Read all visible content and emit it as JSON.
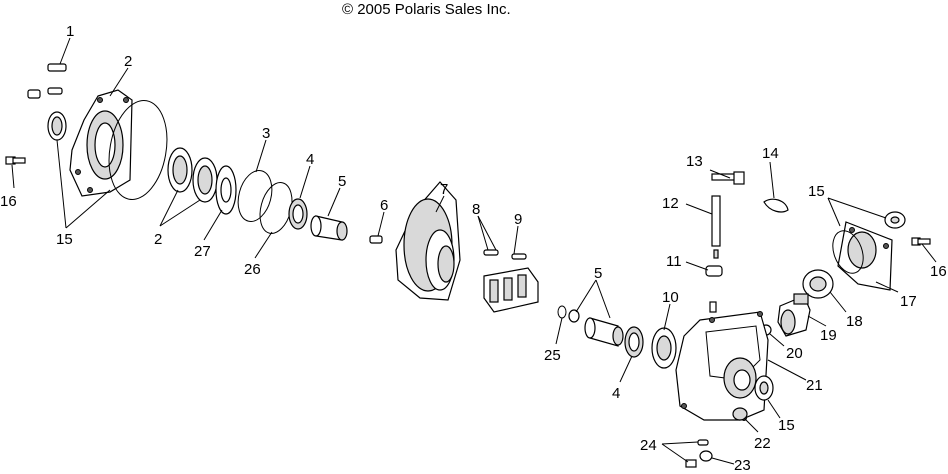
{
  "copyright": "© 2005 Polaris Sales Inc.",
  "callouts": [
    {
      "id": "c1",
      "label": "1"
    },
    {
      "id": "c2a",
      "label": "2"
    },
    {
      "id": "c16a",
      "label": "16"
    },
    {
      "id": "c15a",
      "label": "15"
    },
    {
      "id": "c2b",
      "label": "2"
    },
    {
      "id": "c27",
      "label": "27"
    },
    {
      "id": "c3",
      "label": "3"
    },
    {
      "id": "c26",
      "label": "26"
    },
    {
      "id": "c4a",
      "label": "4"
    },
    {
      "id": "c5a",
      "label": "5"
    },
    {
      "id": "c6",
      "label": "6"
    },
    {
      "id": "c7",
      "label": "7"
    },
    {
      "id": "c8",
      "label": "8"
    },
    {
      "id": "c9",
      "label": "9"
    },
    {
      "id": "c13",
      "label": "13"
    },
    {
      "id": "c14",
      "label": "14"
    },
    {
      "id": "c12",
      "label": "12"
    },
    {
      "id": "c15b",
      "label": "15"
    },
    {
      "id": "c16b",
      "label": "16"
    },
    {
      "id": "c11",
      "label": "11"
    },
    {
      "id": "c17",
      "label": "17"
    },
    {
      "id": "c5b",
      "label": "5"
    },
    {
      "id": "c10",
      "label": "10"
    },
    {
      "id": "c18",
      "label": "18"
    },
    {
      "id": "c19",
      "label": "19"
    },
    {
      "id": "c25",
      "label": "25"
    },
    {
      "id": "c20",
      "label": "20"
    },
    {
      "id": "c4b",
      "label": "4"
    },
    {
      "id": "c21",
      "label": "21"
    },
    {
      "id": "c15c",
      "label": "15"
    },
    {
      "id": "c22",
      "label": "22"
    },
    {
      "id": "c24",
      "label": "24"
    },
    {
      "id": "c23",
      "label": "23"
    }
  ]
}
